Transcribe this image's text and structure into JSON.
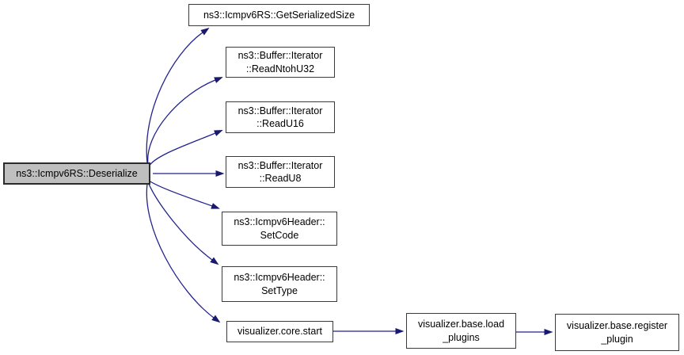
{
  "diagram": {
    "type": "call-graph",
    "colors": {
      "edge": "#22228e",
      "edge-head": "#191970",
      "node-border": "#3a3a3a",
      "node-border-strong": "#2b2b2b",
      "highlight-fill": "#bfbfbf",
      "background": "#ffffff"
    },
    "nodes": [
      {
        "id": "deserialize",
        "label": "ns3::Icmpv6RS::Deserialize",
        "highlighted": true
      },
      {
        "id": "get-serialized-size",
        "label": "ns3::Icmpv6RS::GetSerializedSize",
        "highlighted": false
      },
      {
        "id": "read-ntoh-u32",
        "label": "ns3::Buffer::Iterator\n::ReadNtohU32",
        "highlighted": false
      },
      {
        "id": "read-u16",
        "label": "ns3::Buffer::Iterator\n::ReadU16",
        "highlighted": false
      },
      {
        "id": "read-u8",
        "label": "ns3::Buffer::Iterator\n::ReadU8",
        "highlighted": false
      },
      {
        "id": "set-code",
        "label": "ns3::Icmpv6Header::\nSetCode",
        "highlighted": false
      },
      {
        "id": "set-type",
        "label": "ns3::Icmpv6Header::\nSetType",
        "highlighted": false
      },
      {
        "id": "core-start",
        "label": "visualizer.core.start",
        "highlighted": false
      },
      {
        "id": "load-plugins",
        "label": "visualizer.base.load\n_plugins",
        "highlighted": false
      },
      {
        "id": "register-plugin",
        "label": "visualizer.base.register\n_plugin",
        "highlighted": false
      }
    ],
    "edges": [
      {
        "from": "ns3::Icmpv6RS::Deserialize",
        "to": "ns3::Icmpv6RS::GetSerializedSize"
      },
      {
        "from": "ns3::Icmpv6RS::Deserialize",
        "to": "ns3::Buffer::Iterator::ReadNtohU32"
      },
      {
        "from": "ns3::Icmpv6RS::Deserialize",
        "to": "ns3::Buffer::Iterator::ReadU16"
      },
      {
        "from": "ns3::Icmpv6RS::Deserialize",
        "to": "ns3::Buffer::Iterator::ReadU8"
      },
      {
        "from": "ns3::Icmpv6RS::Deserialize",
        "to": "ns3::Icmpv6Header::SetCode"
      },
      {
        "from": "ns3::Icmpv6RS::Deserialize",
        "to": "ns3::Icmpv6Header::SetType"
      },
      {
        "from": "ns3::Icmpv6RS::Deserialize",
        "to": "visualizer.core.start"
      },
      {
        "from": "visualizer.core.start",
        "to": "visualizer.base.load_plugins"
      },
      {
        "from": "visualizer.base.load_plugins",
        "to": "visualizer.base.register_plugin"
      }
    ]
  }
}
